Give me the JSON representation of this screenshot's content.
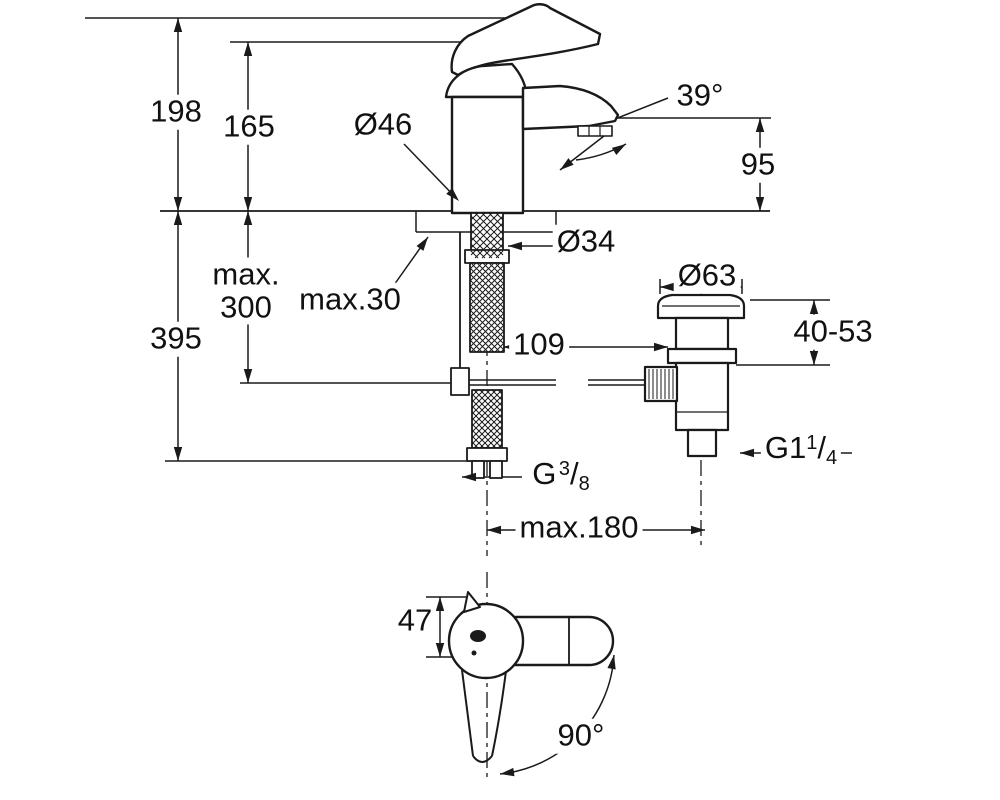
{
  "drawing": {
    "background": "#ffffff",
    "line_color": "#1a1a1a",
    "views": {
      "main": "faucet-side-view-with-waste",
      "bottom": "handle-top-view"
    }
  },
  "labels": {
    "height_total": "198",
    "height_body": "165",
    "overall_height": "395",
    "hose_length": "max.\n300",
    "deck_thickness": "max.30",
    "body_diameter": "Ø46",
    "spray_angle": "39°",
    "spout_height": "95",
    "hole_diameter": "Ø34",
    "waste_flange_diameter": "Ø63",
    "rod_offset": "109",
    "waste_clamp_range": "40-53",
    "waste_thread": {
      "base": "G1",
      "num": "1",
      "slash": "/",
      "den": "4"
    },
    "supply_thread": {
      "base": "G",
      "num": "3",
      "slash": "/",
      "den": "8"
    },
    "max_reach": "max.180",
    "handle_height": "47",
    "swivel_angle": "90°"
  }
}
